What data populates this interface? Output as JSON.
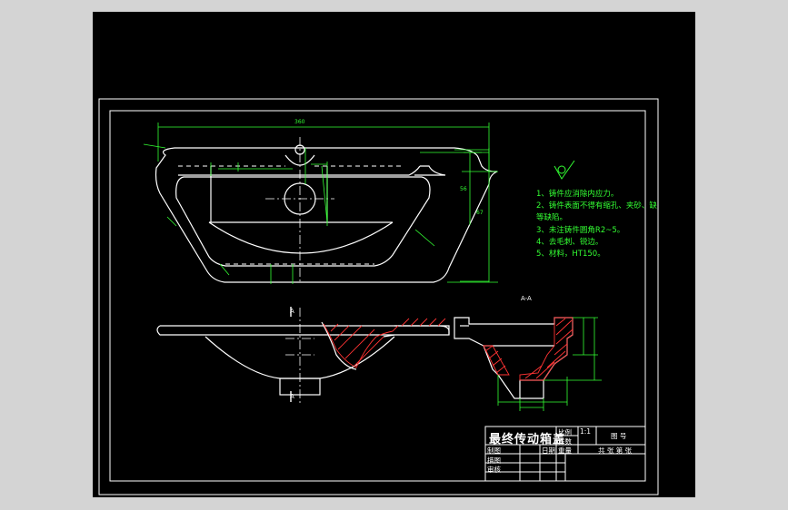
{
  "notes": [
    "1、铸件应消除内应力。",
    "2、铸件表面不得有缩孔、夹砂、缺",
    "等缺陷。",
    "3、未注铸件圆角R2~5。",
    "4、去毛刺、锐边。",
    "5、材料，HT150。"
  ],
  "section_label": "A-A",
  "cut_labels": [
    "A",
    "A"
  ],
  "title_block": {
    "title": "最终传动箱盖",
    "scale_label": "比例",
    "scale_value": "1:1",
    "count_label": "件数",
    "drawing_no_label": "图 号",
    "weight_label": "重量",
    "material_label": "共 张 第 张",
    "drawn_by": "制图",
    "checked_by": "描图",
    "approved_by": "审核",
    "date_label": "日期"
  },
  "colors": {
    "outline": "#ffffff",
    "dimension": "#33ff33",
    "hatch": "#ff3333",
    "background": "#000000"
  }
}
